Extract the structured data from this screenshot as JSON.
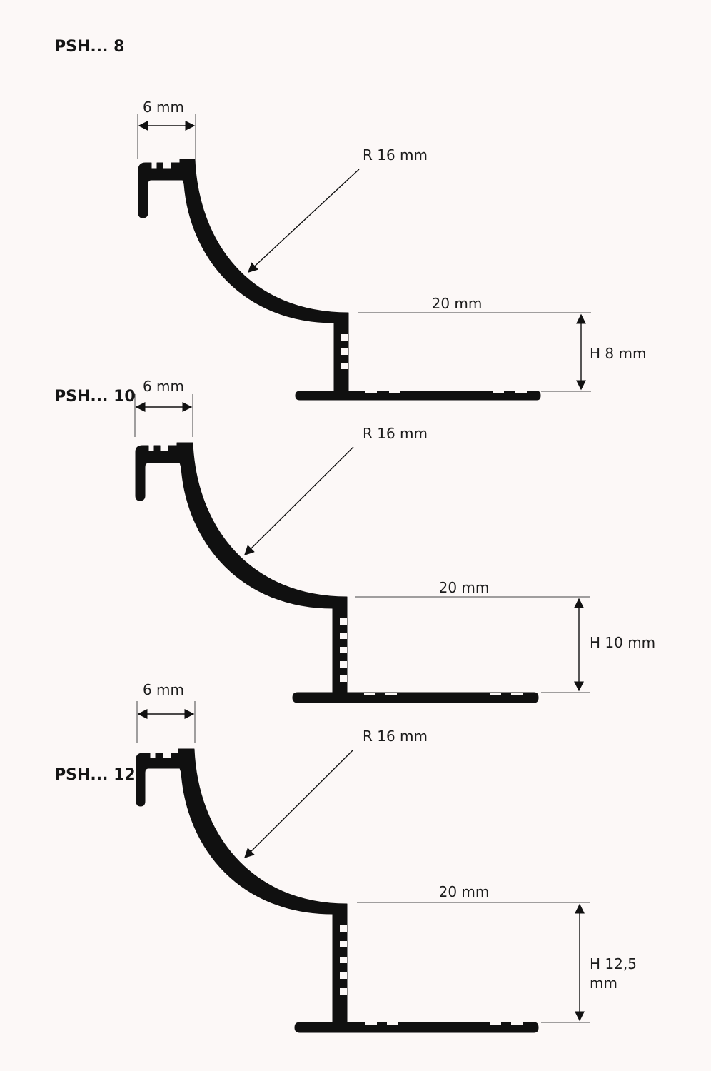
{
  "profiles": [
    {
      "title": "PSH... 8",
      "width_label": "6 mm",
      "radius_label": "R 16 mm",
      "length_label": "20 mm",
      "height_label_lines": [
        "H 8 mm"
      ]
    },
    {
      "title": "PSH... 10",
      "width_label": "6 mm",
      "radius_label": "R 16 mm",
      "length_label": "20 mm",
      "height_label_lines": [
        "H 10 mm"
      ]
    },
    {
      "title": "PSH... 125",
      "width_label": "6 mm",
      "radius_label": "R 16 mm",
      "length_label": "20 mm",
      "height_label_lines": [
        "H 12,5",
        "mm"
      ]
    }
  ],
  "colors": {
    "background": "#fcf8f7",
    "profile": "#101010",
    "text": "#1c1c1c"
  }
}
